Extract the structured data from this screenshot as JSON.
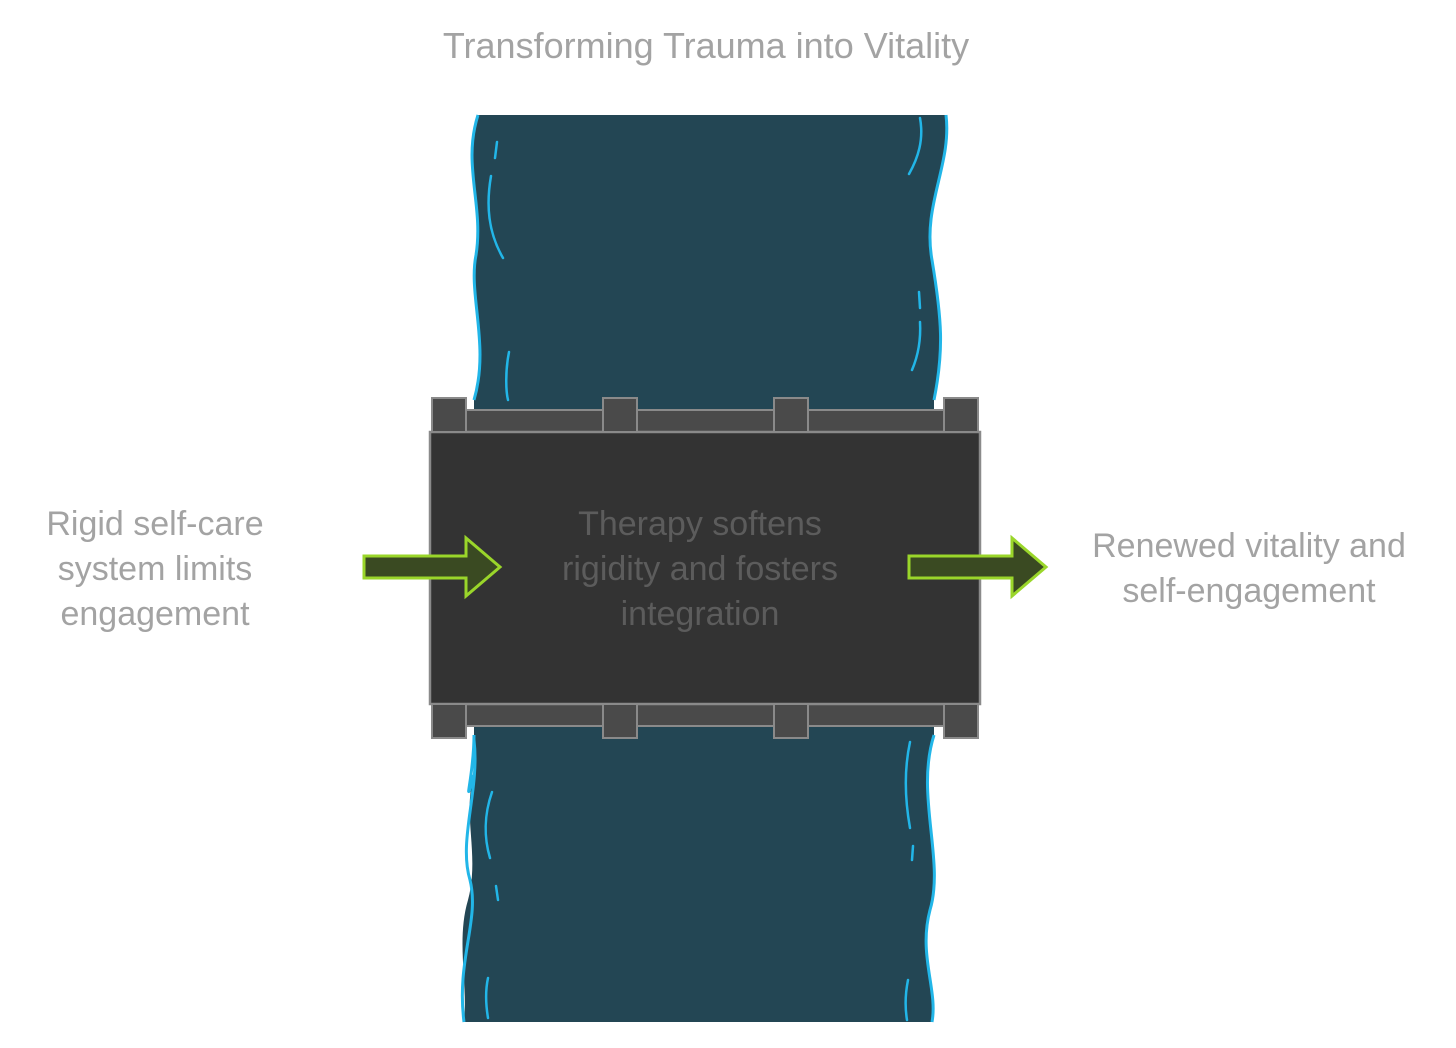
{
  "title": "Transforming Trauma into Vitality",
  "left_label": {
    "lines": [
      "Rigid self-care",
      "system limits",
      "engagement"
    ]
  },
  "center_label": {
    "lines": [
      "Therapy softens",
      "rigidity and fosters",
      "integration"
    ]
  },
  "right_label": {
    "lines": [
      "Renewed vitality and",
      "self-engagement"
    ]
  },
  "colors": {
    "river_fill": "#234654",
    "river_edge": "#22b6e8",
    "bridge_fill": "#333333",
    "bridge_rail": "#4a4a4a",
    "bridge_edge": "#8a8a8a",
    "arrow_fill": "#3a4a22",
    "arrow_edge": "#9ad62a",
    "label_text": "#a3a3a3"
  },
  "icons": [
    "river",
    "bridge",
    "input-arrow",
    "output-arrow"
  ]
}
